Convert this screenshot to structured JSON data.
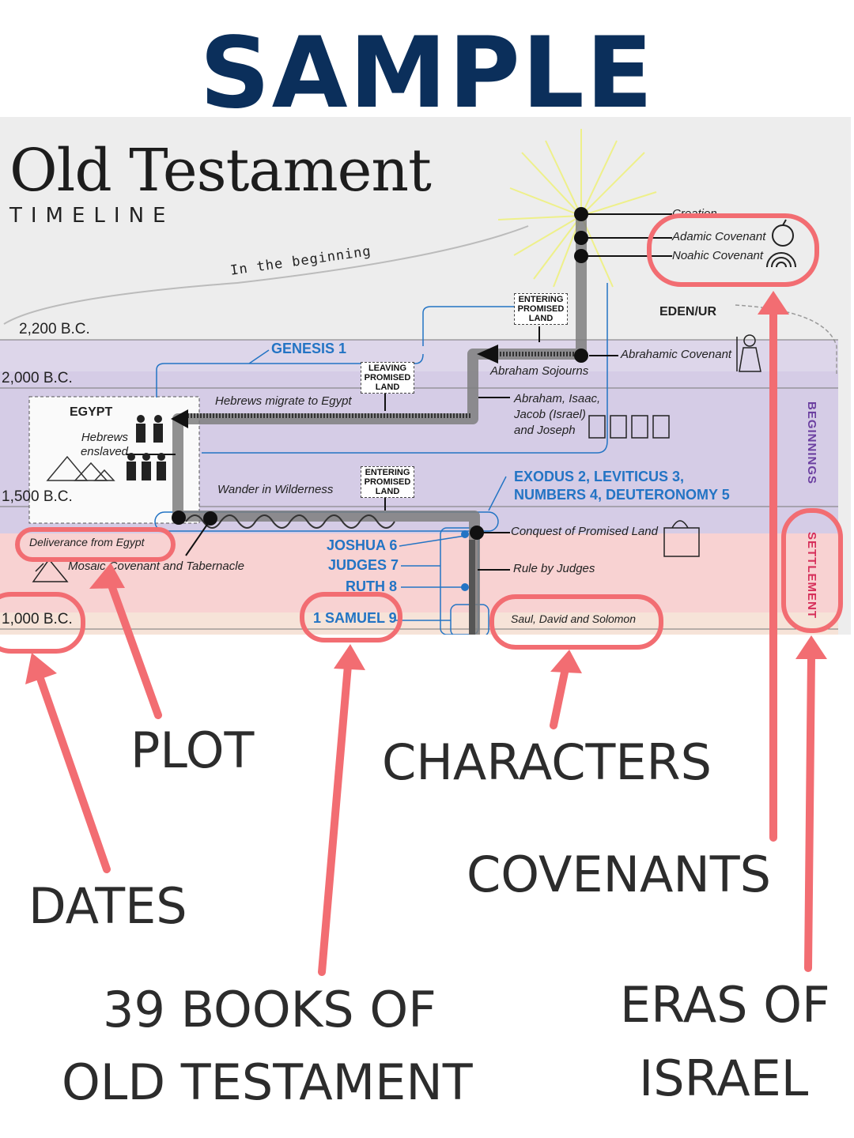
{
  "header": {
    "sample": "SAMPLE"
  },
  "timeline": {
    "title": "Old Testament",
    "subtitle": "TIMELINE",
    "in_the_beginning": "In the beginning",
    "dates": [
      "2,200 B.C.",
      "2,000 B.C.",
      "1,500 B.C.",
      "1,000 B.C."
    ],
    "places": {
      "egypt": "EGYPT",
      "eden_ur": "EDEN/UR"
    },
    "eras": {
      "beginnings": "BEGINNINGS",
      "settlement": "SETTLEMENT"
    },
    "covenants": {
      "creation": "Creation",
      "adamic": "Adamic Covenant",
      "noahic": "Noahic Covenant",
      "abrahamic": "Abrahamic Covenant"
    },
    "events": {
      "abraham_sojourns": "Abraham Sojourns",
      "hebrews_migrate": "Hebrews migrate to Egypt",
      "patriarchs": "Abraham, Isaac, Jacob (Israel) and Joseph",
      "hebrews_enslaved": "Hebrews enslaved",
      "wander": "Wander in Wilderness",
      "conquest": "Conquest of Promised Land",
      "rule_judges": "Rule by Judges",
      "deliverance": "Deliverance from Egypt",
      "mosaic": "Mosaic Covenant and Tabernacle",
      "kings": "Saul, David and Solomon"
    },
    "boxes": {
      "entering1": "ENTERING PROMISED LAND",
      "leaving": "LEAVING PROMISED LAND",
      "entering2": "ENTERING PROMISED LAND"
    },
    "books": {
      "genesis": "GENESIS 1",
      "exodus_line1": "EXODUS 2, LEVITICUS 3,",
      "exodus_line2": "NUMBERS 4, DEUTERONOMY 5",
      "joshua": "JOSHUA 6",
      "judges": "JUDGES 7",
      "ruth": "RUTH 8",
      "samuel": "1 SAMUEL 9"
    }
  },
  "annotations": {
    "plot": "PLOT",
    "characters": "CHARACTERS",
    "covenants": "COVENANTS",
    "dates": "DATES",
    "books_line1": "39 BOOKS OF",
    "books_line2": "OLD TESTAMENT",
    "eras_line1": "ERAS OF",
    "eras_line2": "ISRAEL"
  },
  "colors": {
    "sample": "#0b2f5b",
    "highlight": "#f26d72",
    "book_blue": "#2374c4",
    "beginnings_band": "#d6cde6",
    "settlement_band": "#f9d3d3"
  }
}
